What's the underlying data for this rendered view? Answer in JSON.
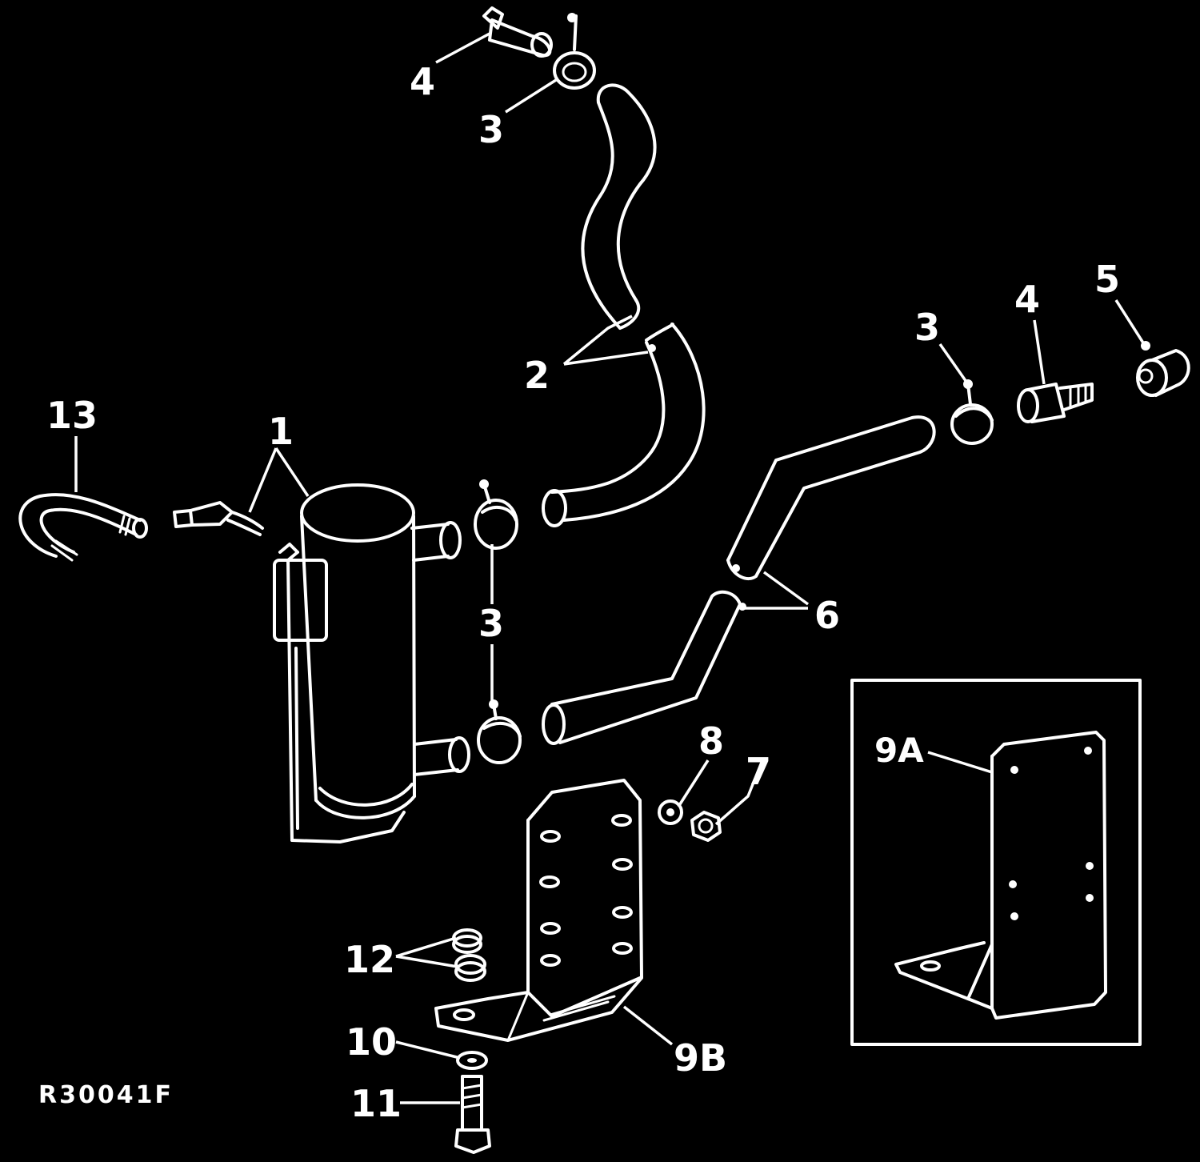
{
  "figure_code": "R30041F",
  "callouts": {
    "c1": "1",
    "c2": "2",
    "c3_top": "3",
    "c3_mid": "3",
    "c3_right": "3",
    "c4_top": "4",
    "c4_right": "4",
    "c5": "5",
    "c6": "6",
    "c7": "7",
    "c8": "8",
    "c9a": "9A",
    "c9b": "9B",
    "c10": "10",
    "c11": "11",
    "c12": "12",
    "c13": "13"
  },
  "colors": {
    "background": "#000000",
    "linework": "#ffffff"
  }
}
